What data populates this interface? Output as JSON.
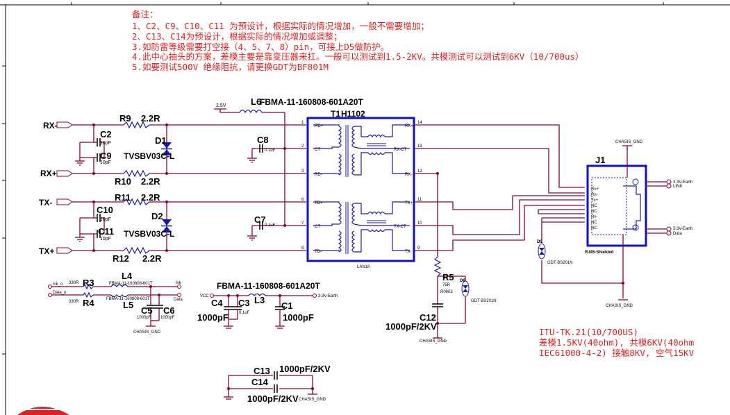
{
  "notes": [
    "备注：",
    "1、C2、C9、C10、C11 为预设计，根据实际的情况增加，一般不需要增加；",
    "2、C13、C14为预设计，根据实际的情况增加或调整；",
    "3.如防雷等级需要打空接（4、5、7、8）pin，可接上D5做防护。",
    "4.此中心抽头的方案，差模主要是靠变压器来扛。一般可以测试到1.5-2KV。共模测试可以测试到6KV（10/700us）",
    "5.如要测试500V 绝缘阻抗，请更换GDT为BF801M"
  ],
  "ports": {
    "rx_minus": "RX-",
    "rx_plus": "RX+",
    "tx_minus": "TX-",
    "tx_plus": "TX+"
  },
  "components": {
    "r9": {
      "ref": "R9",
      "value": "2.2R"
    },
    "r10": {
      "ref": "R10",
      "value": "2.2R"
    },
    "r11": {
      "ref": "R11",
      "value": "2.2R"
    },
    "r12": {
      "ref": "R12",
      "value": "2.2R"
    },
    "c2": {
      "ref": "C2",
      "value": "10pF"
    },
    "c9": {
      "ref": "C9",
      "value": "10pF"
    },
    "c10": {
      "ref": "C10",
      "value": "10pF"
    },
    "c11": {
      "ref": "C11",
      "value": "10pF"
    },
    "d1": {
      "ref": "D1",
      "value": "TVSBV03C-L"
    },
    "d2": {
      "ref": "D2",
      "value": "TVSBV03C-L"
    },
    "l6": {
      "ref": "L6",
      "value": "FBMA-11-160808-601A20T"
    },
    "v25": "2.5V",
    "c8": {
      "ref": "C8",
      "value": "0.1uF"
    },
    "c7": {
      "ref": "C7",
      "value": "0.1uF"
    },
    "t1": {
      "ref": "T1",
      "value": "H1102",
      "footprint": "LAN16"
    },
    "r5": {
      "ref": "R5",
      "value": "75R",
      "footprint": "R0603"
    },
    "d6": {
      "ref": "D6",
      "value": "GDT BS201N"
    },
    "d5": {
      "ref": "D5",
      "value": "GDT BS201N"
    },
    "c12": {
      "ref": "C12",
      "value": "1000pF/2KV"
    },
    "j1": {
      "ref": "J1",
      "value": "RJ45-Shielded"
    },
    "l4": {
      "ref": "L4",
      "value": "FBMA-11-160808-601T"
    },
    "l5": {
      "ref": "L5",
      "value": "FBMA-11-160808-601T"
    },
    "r3": {
      "ref": "R3",
      "value": "330R"
    },
    "r4": {
      "ref": "R4",
      "value": "330R"
    },
    "c5": {
      "ref": "C5",
      "value": "1000pF"
    },
    "c6": {
      "ref": "C6",
      "value": "1000pF"
    },
    "l3": {
      "ref": "L3",
      "value": "FBMA-11-160808-601A20T"
    },
    "c4": {
      "ref": "C4",
      "value": "1000pF"
    },
    "c3": {
      "ref": "C3",
      "value": "0.1uF"
    },
    "c1": {
      "ref": "C1",
      "value": "1000pF"
    },
    "c13": {
      "ref": "C13",
      "value": "1000pF/2KV"
    },
    "c14": {
      "ref": "C14",
      "value": "1000pF/2KV"
    }
  },
  "nets": {
    "chassis_gnd": "CHASIS_GND",
    "earth": "3.3V-Earth",
    "vcc": "VCC",
    "link": "LINK",
    "data": "Data",
    "lnk_o": "lnk_o",
    "data_o": "Data_o",
    "lnk": "lnk"
  },
  "transformer_pins": {
    "left": [
      "RD+",
      "CT",
      "RD-",
      "TD+",
      "CT",
      "TD-"
    ],
    "right": [
      "RX+",
      "RX-CT",
      "RX-",
      "TX+",
      "TX-CT",
      "TX-"
    ],
    "left_nums": [
      "1",
      "2",
      "3",
      "6",
      "7",
      "8"
    ],
    "right_nums": [
      "14",
      "13",
      "12",
      "11",
      "10",
      "9"
    ]
  },
  "rj45_pins": [
    "Rx+",
    "Rx-",
    "Tx+",
    "NC",
    "NC",
    "Rx-",
    "NC",
    "NC"
  ],
  "test_text": [
    "ITU-TK.21(10/700US)",
    "差模1.5KV(40ohm), 共模6KV(40ohm",
    "IEC61000-4-2) 接触8KV, 空气15KV"
  ],
  "colors": {
    "wire": "#8b0038",
    "box": "#1010c8",
    "note": "#e02020",
    "component": "#1a1aa8"
  }
}
